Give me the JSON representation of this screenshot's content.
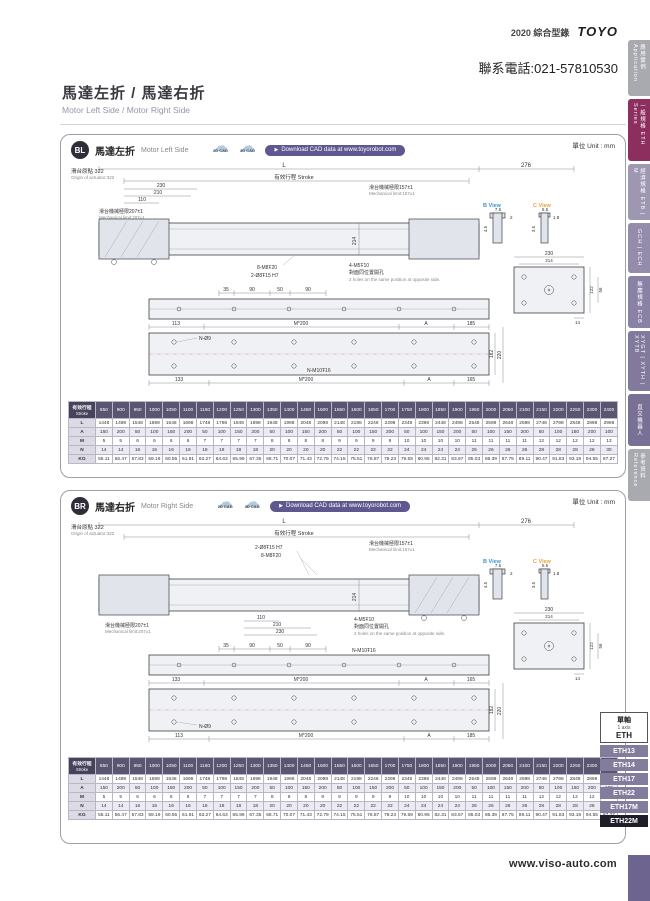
{
  "header": {
    "catalog": "2020 綜合型錄",
    "brand": "TOYO",
    "phone": "聯系電話:021-57810530",
    "title": "馬達左折 / 馬達右折",
    "subtitle": "Motor Left Side / Motor Right Side"
  },
  "side_tabs": {
    "items": [
      {
        "label": "應用實例 Application"
      },
      {
        "label": "一般規格 ETH Series"
      },
      {
        "label": "經濟規格 ETB | M"
      },
      {
        "label": "GCH | ECH"
      },
      {
        "label": "無塵規格 ECB"
      },
      {
        "label": "XYGT | XYTH | XYTB"
      },
      {
        "label": "直交機器人"
      },
      {
        "label": "參考資料 Reference"
      }
    ]
  },
  "sections": [
    {
      "badge": "BL",
      "title_cjk": "馬達左折",
      "title_en": "Motor Left Side",
      "unit": "單位 Unit : mm",
      "cad": {
        "c2d": "2D CAD",
        "c3d": "3D CAD",
        "download": "Download CAD data at www.toyorobot.com"
      },
      "labels": {
        "origin": "滑台原點 322",
        "origin_en": "Origin of actuator:322",
        "L": "L",
        "stroke": "有效行程 Stroke",
        "d276": "276",
        "d230": "230",
        "d210": "210",
        "d110": "110",
        "mech207": "滑台機械極限207±1",
        "mech207_en": "Mechanical limit:207±1",
        "mech157": "滑台機械極限157±1",
        "mech157_en": "Mechanical limit:157±1",
        "d214": "214",
        "h_m8": "8-M8Ŧ20",
        "h_o8": "2-Ø8Ŧ15 H7",
        "h_m5": "4-M5Ŧ10",
        "h_m5_cjk": "對面同位置開孔",
        "h_m5_en": "2 holes on the same position at opposite side.",
        "d35": "35",
        "d90": "90",
        "d50": "50",
        "d113": "113",
        "m200": "M*200",
        "A": "A",
        "d185": "185",
        "n_o9": "N-Ø9",
        "d182": "182",
        "d220": "220",
        "d133": "133",
        "n_m10": "N-M10Ŧ16",
        "d165": "165",
        "bview": "B View",
        "cview": "C View",
        "b75": "7.5",
        "b2": "2",
        "b45": "4.5",
        "c55": "5.5",
        "c18": "1.8",
        "c35": "3.5",
        "e230": "230",
        "e214": "214",
        "e122": "122",
        "e56": "56",
        "e14": "14"
      }
    },
    {
      "badge": "BR",
      "title_cjk": "馬達右折",
      "title_en": "Motor Right Side",
      "unit": "單位 Unit : mm",
      "cad": {
        "c2d": "2D CAD",
        "c3d": "3D CAD",
        "download": "Download CAD data at www.toyorobot.com"
      },
      "labels": {
        "origin": "滑台原點 322",
        "origin_en": "Origin of actuator:322",
        "L": "L",
        "stroke": "有效行程 Stroke",
        "d276": "276",
        "d230": "230",
        "d210": "210",
        "d110": "110",
        "mech207": "滑台機械極限207±1",
        "mech207_en": "Mechanical limit:207±1",
        "mech157": "滑台機械極限157±1",
        "mech157_en": "Mechanical limit:157±1",
        "d214": "214",
        "h_m8": "8-M8Ŧ20",
        "h_o8": "2-Ø8Ŧ15 H7",
        "h_m5": "4-M5Ŧ10",
        "h_m5_cjk": "對面同位置開孔",
        "h_m5_en": "2 holes on the same position at opposite side.",
        "d35": "35",
        "d90": "90",
        "d50": "50",
        "d113": "113",
        "m200": "M*200",
        "A": "A",
        "d185": "185",
        "n_o9": "N-Ø9",
        "d182": "182",
        "d220": "220",
        "d133": "133",
        "n_m10": "N-M10Ŧ16",
        "d165": "165",
        "bview": "B View",
        "cview": "C View",
        "b75": "7.5",
        "b2": "2",
        "b45": "4.5",
        "c55": "5.5",
        "c18": "1.8",
        "c35": "3.5",
        "e230": "230",
        "e214": "214",
        "e122": "122",
        "e56": "56",
        "e14": "14"
      }
    }
  ],
  "stroke_table": {
    "corner_cjk": "有效行程",
    "corner_en": "Stroke",
    "strokes": [
      850,
      900,
      950,
      1000,
      1050,
      1100,
      1150,
      1200,
      1250,
      1300,
      1350,
      1400,
      1450,
      1500,
      1550,
      1600,
      1650,
      1700,
      1750,
      1800,
      1850,
      1900,
      1950,
      2000,
      2050,
      2100,
      2150,
      2200,
      2250,
      2300,
      2400
    ],
    "rows": [
      {
        "label": "L",
        "values": [
          1448,
          1498,
          1548,
          1598,
          1648,
          1698,
          1748,
          1798,
          1848,
          1898,
          1948,
          1998,
          2048,
          2098,
          2148,
          2198,
          2248,
          2298,
          2348,
          2398,
          2448,
          2498,
          2548,
          2598,
          2648,
          2698,
          2748,
          2798,
          2848,
          2898,
          2998
        ]
      },
      {
        "label": "A",
        "values": [
          150,
          200,
          50,
          100,
          150,
          200,
          50,
          100,
          150,
          200,
          50,
          100,
          150,
          200,
          50,
          100,
          150,
          200,
          50,
          100,
          150,
          200,
          50,
          100,
          150,
          200,
          50,
          100,
          150,
          200,
          100
        ]
      },
      {
        "label": "M",
        "values": [
          5,
          5,
          6,
          6,
          6,
          6,
          7,
          7,
          7,
          7,
          8,
          8,
          8,
          8,
          9,
          9,
          9,
          9,
          10,
          10,
          10,
          10,
          11,
          11,
          11,
          11,
          12,
          12,
          12,
          12,
          13
        ]
      },
      {
        "label": "N",
        "values": [
          14,
          14,
          16,
          16,
          16,
          16,
          18,
          18,
          18,
          18,
          20,
          20,
          20,
          20,
          22,
          22,
          22,
          22,
          24,
          24,
          24,
          24,
          26,
          26,
          26,
          26,
          28,
          28,
          28,
          28,
          30
        ]
      },
      {
        "label": "KG",
        "values": [
          55.11,
          56.47,
          57.83,
          59.19,
          60.55,
          61.91,
          63.27,
          64.63,
          65.99,
          67.35,
          68.71,
          70.07,
          71.43,
          72.79,
          74.15,
          75.51,
          76.87,
          78.23,
          79.59,
          80.95,
          82.31,
          83.67,
          85.03,
          86.39,
          87.75,
          89.11,
          90.47,
          91.83,
          93.19,
          94.55,
          97.27
        ]
      }
    ]
  },
  "model_nav": {
    "group_cjk": "單軸",
    "group_en": "1 axis",
    "group_series": "ETH",
    "items": [
      "ETH13",
      "ETH14",
      "ETH17",
      "ETH22",
      "ETH17M",
      "ETH22M"
    ],
    "active": "ETH22M"
  },
  "footer": {
    "website": "www.viso-auto.com"
  },
  "colors": {
    "accent": "#8c2e5e",
    "purple": "#6d6590",
    "pill": "#5e5790",
    "table_header": "#5a5570",
    "bview_label": "#3b96d2",
    "cview_label": "#e8a23c"
  }
}
